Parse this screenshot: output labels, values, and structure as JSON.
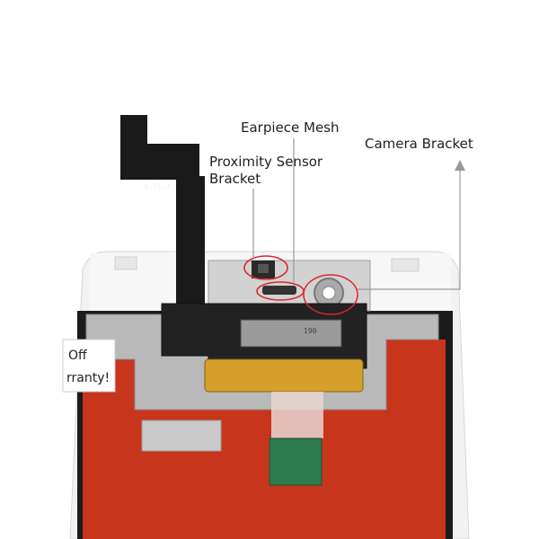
{
  "callouts": {
    "earpiece_mesh": "Earpiece Mesh",
    "proximity_line1": "Proximity Sensor",
    "proximity_line2": "Bracket",
    "camera_bracket": "Camera Bracket"
  },
  "sticker": {
    "line1": "Off",
    "line2": "rranty!"
  },
  "part_codes": {
    "flex_code": "4.7S-J",
    "chip_code": "190"
  },
  "colors": {
    "panel_red": "#c8351d",
    "frame_white": "#f4f4f4",
    "flex_black": "#1a1a1a",
    "flex_gold": "#d4a02a",
    "connector_green": "#2d7a4a",
    "callout_circle": "#d9262c",
    "callout_line": "#9a9a9a"
  }
}
